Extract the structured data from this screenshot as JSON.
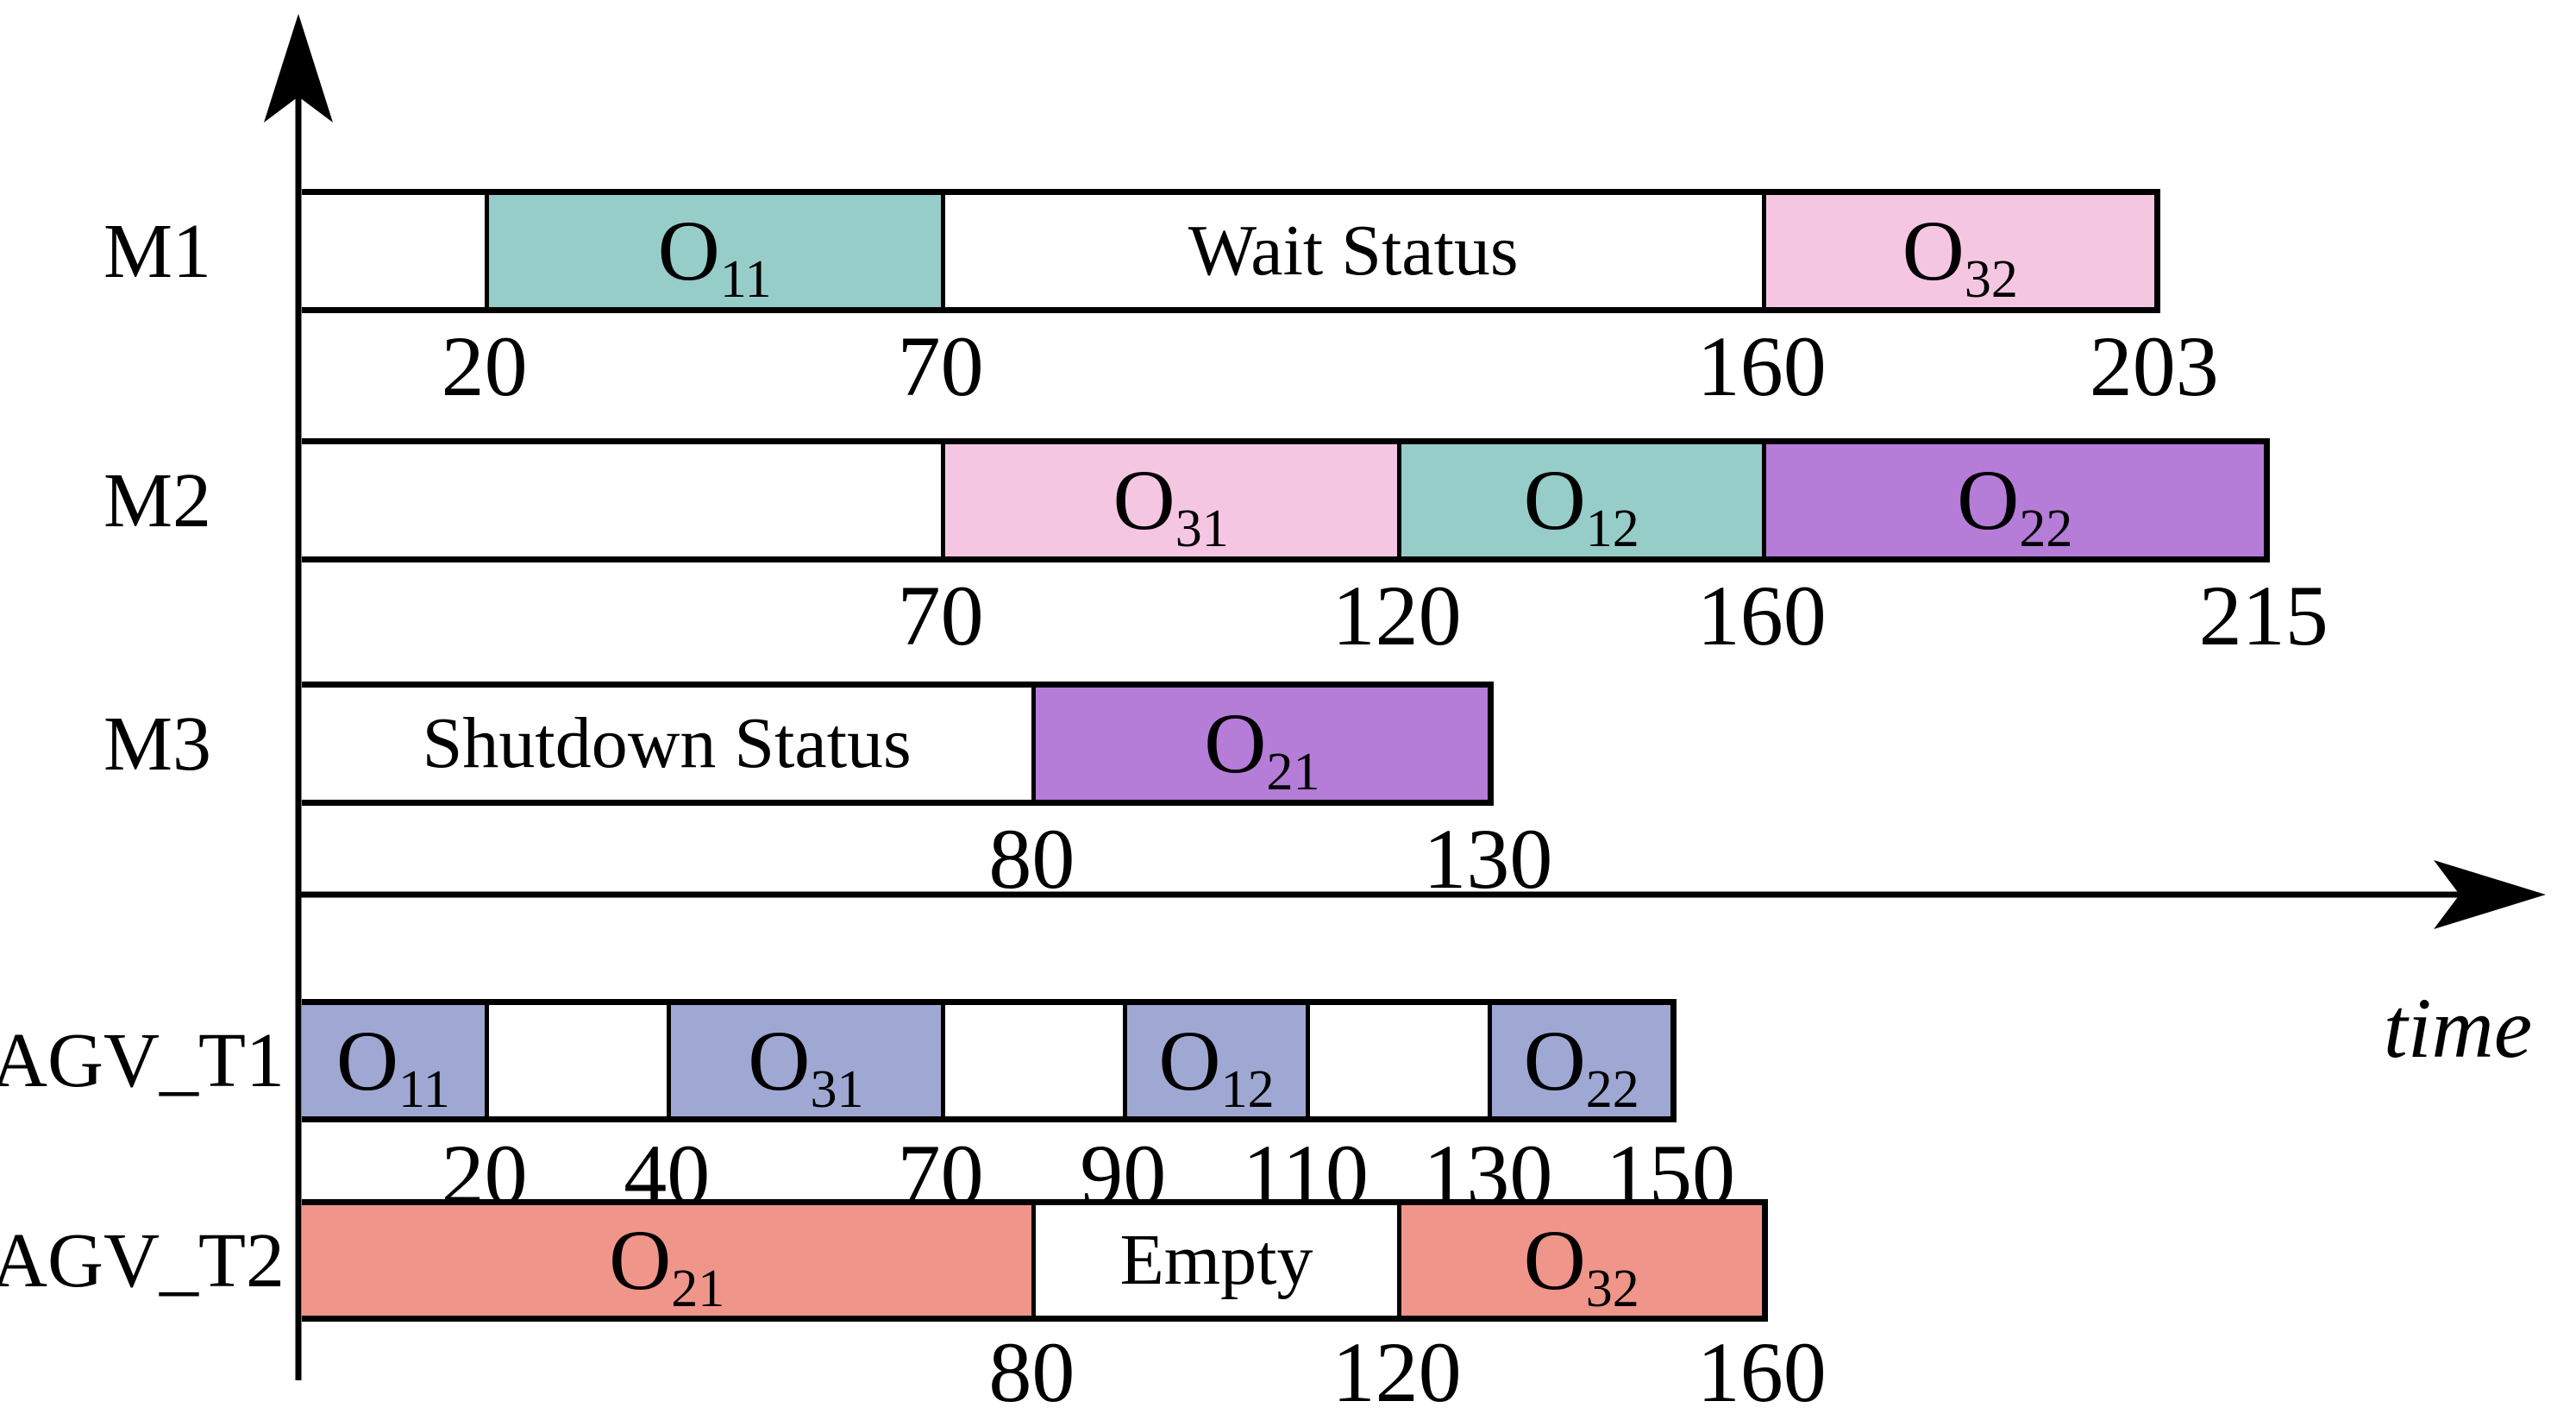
{
  "chart_data": {
    "type": "gantt",
    "title": "",
    "xlabel": "time",
    "axis_range": {
      "min": 0,
      "max": 215
    },
    "colors": {
      "teal": "#96CDC8",
      "pink": "#F5C6E2",
      "purple": "#B57CD8",
      "blue": "#9FA8D3",
      "salmon": "#F0958A",
      "idle": "#FFFFFF",
      "line": "#000000"
    },
    "rows": [
      {
        "label": "M1",
        "ticks": [
          20,
          70,
          160,
          203
        ],
        "segments": [
          {
            "start": 0,
            "end": 20,
            "kind": "idle",
            "text": ""
          },
          {
            "start": 20,
            "end": 70,
            "kind": "operation",
            "op": "O",
            "sub": "11",
            "color": "teal"
          },
          {
            "start": 70,
            "end": 160,
            "kind": "idle",
            "text": "Wait Status"
          },
          {
            "start": 160,
            "end": 203,
            "kind": "operation",
            "op": "O",
            "sub": "32",
            "color": "pink"
          }
        ]
      },
      {
        "label": "M2",
        "ticks": [
          70,
          120,
          160,
          215
        ],
        "segments": [
          {
            "start": 0,
            "end": 70,
            "kind": "idle",
            "text": ""
          },
          {
            "start": 70,
            "end": 120,
            "kind": "operation",
            "op": "O",
            "sub": "31",
            "color": "pink"
          },
          {
            "start": 120,
            "end": 160,
            "kind": "operation",
            "op": "O",
            "sub": "12",
            "color": "teal"
          },
          {
            "start": 160,
            "end": 215,
            "kind": "operation",
            "op": "O",
            "sub": "22",
            "color": "purple"
          }
        ]
      },
      {
        "label": "M3",
        "ticks": [
          80,
          130
        ],
        "segments": [
          {
            "start": 0,
            "end": 80,
            "kind": "idle",
            "text": "Shutdown Status"
          },
          {
            "start": 80,
            "end": 130,
            "kind": "operation",
            "op": "O",
            "sub": "21",
            "color": "purple"
          }
        ]
      },
      {
        "label": "AGV_T1",
        "ticks": [
          20,
          40,
          70,
          90,
          110,
          130,
          150
        ],
        "segments": [
          {
            "start": 0,
            "end": 20,
            "kind": "operation",
            "op": "O",
            "sub": "11",
            "color": "blue"
          },
          {
            "start": 20,
            "end": 40,
            "kind": "idle",
            "text": ""
          },
          {
            "start": 40,
            "end": 70,
            "kind": "operation",
            "op": "O",
            "sub": "31",
            "color": "blue"
          },
          {
            "start": 70,
            "end": 90,
            "kind": "idle",
            "text": ""
          },
          {
            "start": 90,
            "end": 110,
            "kind": "operation",
            "op": "O",
            "sub": "12",
            "color": "blue"
          },
          {
            "start": 110,
            "end": 130,
            "kind": "idle",
            "text": ""
          },
          {
            "start": 130,
            "end": 150,
            "kind": "operation",
            "op": "O",
            "sub": "22",
            "color": "blue"
          }
        ]
      },
      {
        "label": "AGV_T2",
        "ticks": [
          80,
          120,
          160
        ],
        "segments": [
          {
            "start": 0,
            "end": 80,
            "kind": "operation",
            "op": "O",
            "sub": "21",
            "color": "salmon"
          },
          {
            "start": 80,
            "end": 120,
            "kind": "idle",
            "text": "Empty"
          },
          {
            "start": 120,
            "end": 160,
            "kind": "operation",
            "op": "O",
            "sub": "32",
            "color": "salmon"
          }
        ]
      }
    ]
  }
}
